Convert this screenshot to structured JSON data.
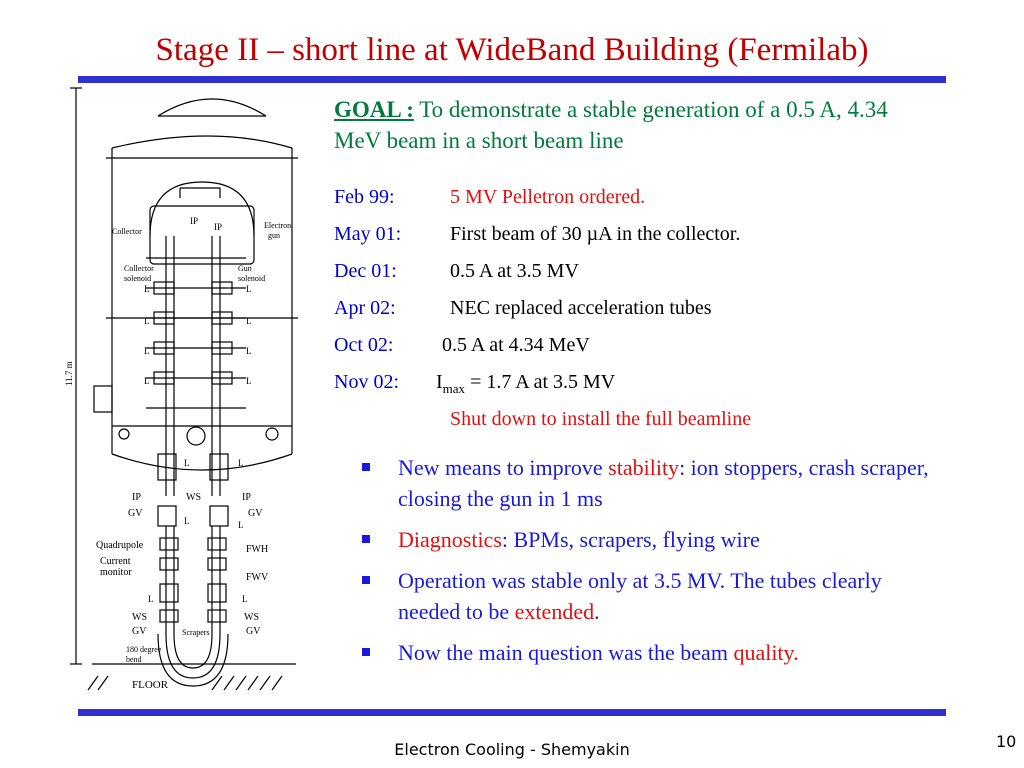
{
  "title": "Stage II – short line at WideBand Building (Fermilab)",
  "goal": {
    "label": "GOAL :",
    "text": " To demonstrate a stable generation of  a 0.5 A, 4.34 MeV beam in a short beam line"
  },
  "timeline": [
    {
      "date": "Feb 99:",
      "event": "5 MV Pelletron ordered."
    },
    {
      "date": "May 01:",
      "event": "First beam of 30 µA in the collector."
    },
    {
      "date": "Dec 01:",
      "event": "0.5 A at 3.5 MV"
    },
    {
      "date": "Apr 02:",
      "event": "NEC replaced acceleration tubes"
    },
    {
      "date": "Oct 02:",
      "event": "0.5 A at 4.34 MeV"
    },
    {
      "date": "Nov 02:",
      "event_pre": "I",
      "event_sub": "max",
      "event_post": " = 1.7 A at 3.5 MV"
    }
  ],
  "timeline_note": "Shut down to install the full beamline",
  "bullets": [
    {
      "pre": "New means to improve ",
      "hl": "stability",
      "post": ": ion stoppers, crash scraper, closing the gun in 1 ms"
    },
    {
      "pre": "",
      "hl": "Diagnostics",
      "post": ": BPMs, scrapers, flying wire"
    },
    {
      "pre": "Operation was stable only at 3.5 MV. The tubes clearly needed to be ",
      "hl": "extended",
      "post": "."
    },
    {
      "pre": "Now the main question was the beam ",
      "hl": "quality.",
      "post": ""
    }
  ],
  "diagram": {
    "height_label": "11.7 m",
    "collector": "Collector",
    "electron_gun_1": "Electron",
    "electron_gun_2": "gun",
    "collector_solenoid_1": "Collector",
    "collector_solenoid_2": "solenoid",
    "gun_solenoid_1": "Gun",
    "gun_solenoid_2": "solenoid",
    "ip": "IP",
    "l": "L",
    "ws": "WS",
    "gv": "GV",
    "quadrupole": "Quadrupole",
    "current_monitor_1": "Current",
    "current_monitor_2": "monitor",
    "fwh": "FWH",
    "fwv": "FWV",
    "scrapers": "Scrapers",
    "bend_1": "180 degree",
    "bend_2": "bend",
    "floor": "FLOOR"
  },
  "footer": "Electron Cooling - Shemyakin",
  "page_number": "10",
  "colors": {
    "title": "#c00000",
    "bar": "#3030d0",
    "goal": "#007a3d",
    "date": "#0000cc",
    "highlight": "#e01010",
    "bullet": "#1a1adb"
  }
}
